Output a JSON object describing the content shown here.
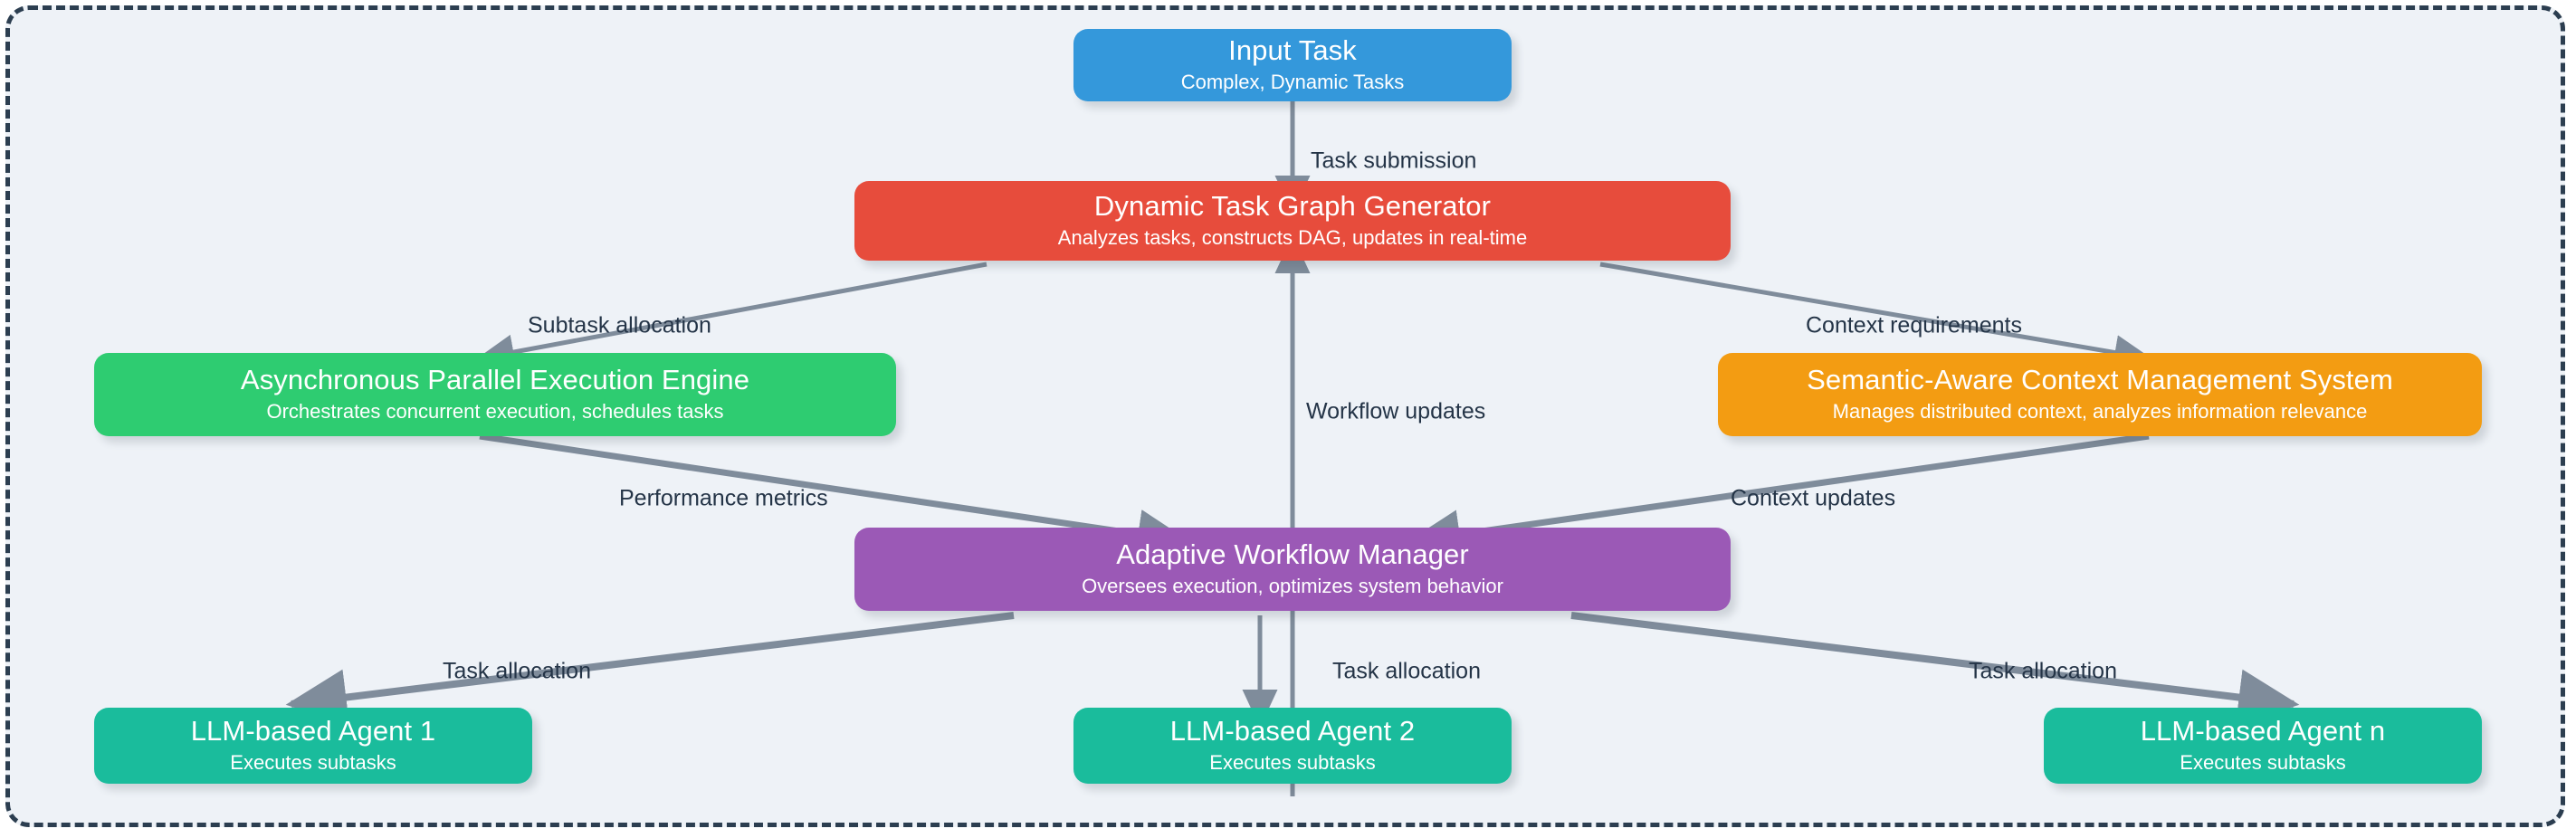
{
  "diagram": {
    "background_color": "#eef2f7",
    "border_color": "#2c3e50",
    "edge_color": "#7f8c9b",
    "nodes": [
      {
        "id": "input-task",
        "title": "Input Task",
        "subtitle": "Complex, Dynamic Tasks",
        "color": "#3498db"
      },
      {
        "id": "dynamic-task-graph-generator",
        "title": "Dynamic Task Graph Generator",
        "subtitle": "Analyzes tasks, constructs DAG, updates in real-time",
        "color": "#e74c3c"
      },
      {
        "id": "asynchronous-parallel-execution-engine",
        "title": "Asynchronous Parallel Execution Engine",
        "subtitle": "Orchestrates concurrent execution, schedules tasks",
        "color": "#2ecc71"
      },
      {
        "id": "semantic-aware-context-management-system",
        "title": "Semantic-Aware Context Management System",
        "subtitle": "Manages distributed context, analyzes information relevance",
        "color": "#f39c12"
      },
      {
        "id": "adaptive-workflow-manager",
        "title": "Adaptive Workflow Manager",
        "subtitle": "Oversees execution, optimizes system behavior",
        "color": "#9b59b6"
      },
      {
        "id": "llm-based-agent-1",
        "title": "LLM-based Agent 1",
        "subtitle": "Executes subtasks",
        "color": "#1abc9c"
      },
      {
        "id": "llm-based-agent-2",
        "title": "LLM-based Agent 2",
        "subtitle": "Executes subtasks",
        "color": "#1abc9c"
      },
      {
        "id": "llm-based-agent-n",
        "title": "LLM-based Agent n",
        "subtitle": "Executes subtasks",
        "color": "#1abc9c"
      }
    ],
    "edges": [
      {
        "id": "task-submission",
        "label": "Task submission",
        "from": "input-task",
        "to": "dynamic-task-graph-generator"
      },
      {
        "id": "subtask-allocation",
        "label": "Subtask allocation",
        "from": "dynamic-task-graph-generator",
        "to": "asynchronous-parallel-execution-engine"
      },
      {
        "id": "context-requirements",
        "label": "Context requirements",
        "from": "dynamic-task-graph-generator",
        "to": "semantic-aware-context-management-system"
      },
      {
        "id": "workflow-updates",
        "label": "Workflow updates",
        "from": "adaptive-workflow-manager",
        "to": "dynamic-task-graph-generator"
      },
      {
        "id": "performance-metrics",
        "label": "Performance metrics",
        "from": "asynchronous-parallel-execution-engine",
        "to": "adaptive-workflow-manager"
      },
      {
        "id": "context-updates",
        "label": "Context updates",
        "from": "semantic-aware-context-management-system",
        "to": "adaptive-workflow-manager"
      },
      {
        "id": "task-allocation-agent-1",
        "label": "Task allocation",
        "from": "adaptive-workflow-manager",
        "to": "llm-based-agent-1"
      },
      {
        "id": "task-allocation-agent-2",
        "label": "Task allocation",
        "from": "adaptive-workflow-manager",
        "to": "llm-based-agent-2"
      },
      {
        "id": "task-allocation-agent-n",
        "label": "Task allocation",
        "from": "adaptive-workflow-manager",
        "to": "llm-based-agent-n"
      }
    ]
  }
}
